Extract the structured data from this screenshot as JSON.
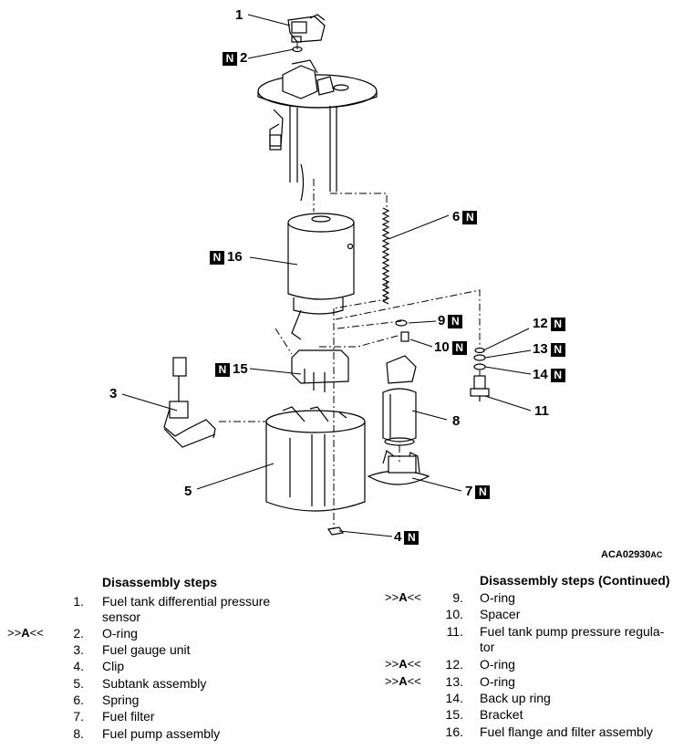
{
  "figure_code": "ACA02930",
  "figure_code_suffix": "AC",
  "new_part_marker": "N",
  "callouts": [
    {
      "num": "1"
    },
    {
      "num": "2"
    },
    {
      "num": "3"
    },
    {
      "num": "4"
    },
    {
      "num": "5"
    },
    {
      "num": "6"
    },
    {
      "num": "7"
    },
    {
      "num": "8"
    },
    {
      "num": "9"
    },
    {
      "num": "10"
    },
    {
      "num": "11"
    },
    {
      "num": "12"
    },
    {
      "num": "13"
    },
    {
      "num": "14"
    },
    {
      "num": "15"
    },
    {
      "num": "16"
    }
  ],
  "steps_left": {
    "heading": "Disassembly steps",
    "items": [
      {
        "num": "1.",
        "text": "Fuel tank differential pressure",
        "text2": "sensor",
        "mark": ""
      },
      {
        "num": "2.",
        "text": "O-ring",
        "mark_pre": ">>",
        "mark_letter": "A",
        "mark_post": "<<"
      },
      {
        "num": "3.",
        "text": "Fuel gauge unit"
      },
      {
        "num": "4.",
        "text": "Clip"
      },
      {
        "num": "5.",
        "text": "Subtank assembly"
      },
      {
        "num": "6.",
        "text": "Spring"
      },
      {
        "num": "7.",
        "text": "Fuel filter"
      },
      {
        "num": "8.",
        "text": "Fuel pump assembly"
      }
    ]
  },
  "steps_right": {
    "heading": "Disassembly steps (Continued)",
    "items": [
      {
        "num": "9.",
        "text": "O-ring",
        "mark_pre": ">>",
        "mark_letter": "A",
        "mark_post": "<<"
      },
      {
        "num": "10.",
        "text": "Spacer"
      },
      {
        "num": "11.",
        "text": "Fuel tank pump pressure regula-",
        "text2": "tor"
      },
      {
        "num": "12.",
        "text": "O-ring",
        "mark_pre": ">>",
        "mark_letter": "A",
        "mark_post": "<<"
      },
      {
        "num": "13.",
        "text": "O-ring",
        "mark_pre": ">>",
        "mark_letter": "A",
        "mark_post": "<<"
      },
      {
        "num": "14.",
        "text": "Back up ring"
      },
      {
        "num": "15.",
        "text": "Bracket"
      },
      {
        "num": "16.",
        "text": "Fuel flange and filter assembly"
      }
    ]
  }
}
